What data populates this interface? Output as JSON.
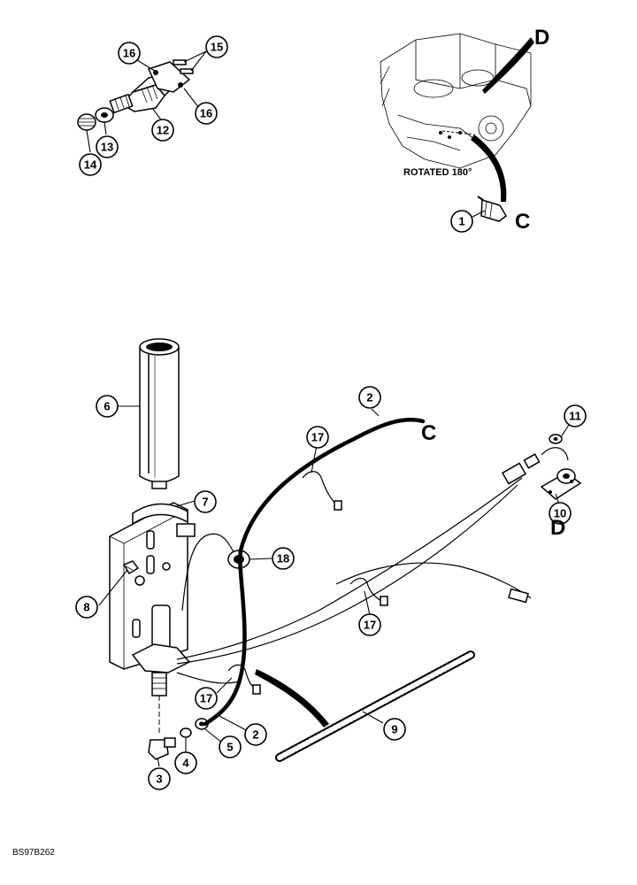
{
  "callouts": [
    {
      "id": "c1",
      "label": "1"
    },
    {
      "id": "c2a",
      "label": "2"
    },
    {
      "id": "c2b",
      "label": "2"
    },
    {
      "id": "c3",
      "label": "3"
    },
    {
      "id": "c4",
      "label": "4"
    },
    {
      "id": "c5",
      "label": "5"
    },
    {
      "id": "c6",
      "label": "6"
    },
    {
      "id": "c7",
      "label": "7"
    },
    {
      "id": "c8",
      "label": "8"
    },
    {
      "id": "c9",
      "label": "9"
    },
    {
      "id": "c10",
      "label": "10"
    },
    {
      "id": "c11",
      "label": "11"
    },
    {
      "id": "c12",
      "label": "12"
    },
    {
      "id": "c13",
      "label": "13"
    },
    {
      "id": "c14",
      "label": "14"
    },
    {
      "id": "c15",
      "label": "15"
    },
    {
      "id": "c16a",
      "label": "16"
    },
    {
      "id": "c16b",
      "label": "16"
    },
    {
      "id": "c17a",
      "label": "17"
    },
    {
      "id": "c17b",
      "label": "17"
    },
    {
      "id": "c17c",
      "label": "17"
    },
    {
      "id": "c18",
      "label": "18"
    }
  ],
  "letters": {
    "d_top": "D",
    "c_top": "C",
    "c_wire": "C",
    "d_switch": "D"
  },
  "note": "ROTATED 180°",
  "figure_ref": "BS97B262"
}
